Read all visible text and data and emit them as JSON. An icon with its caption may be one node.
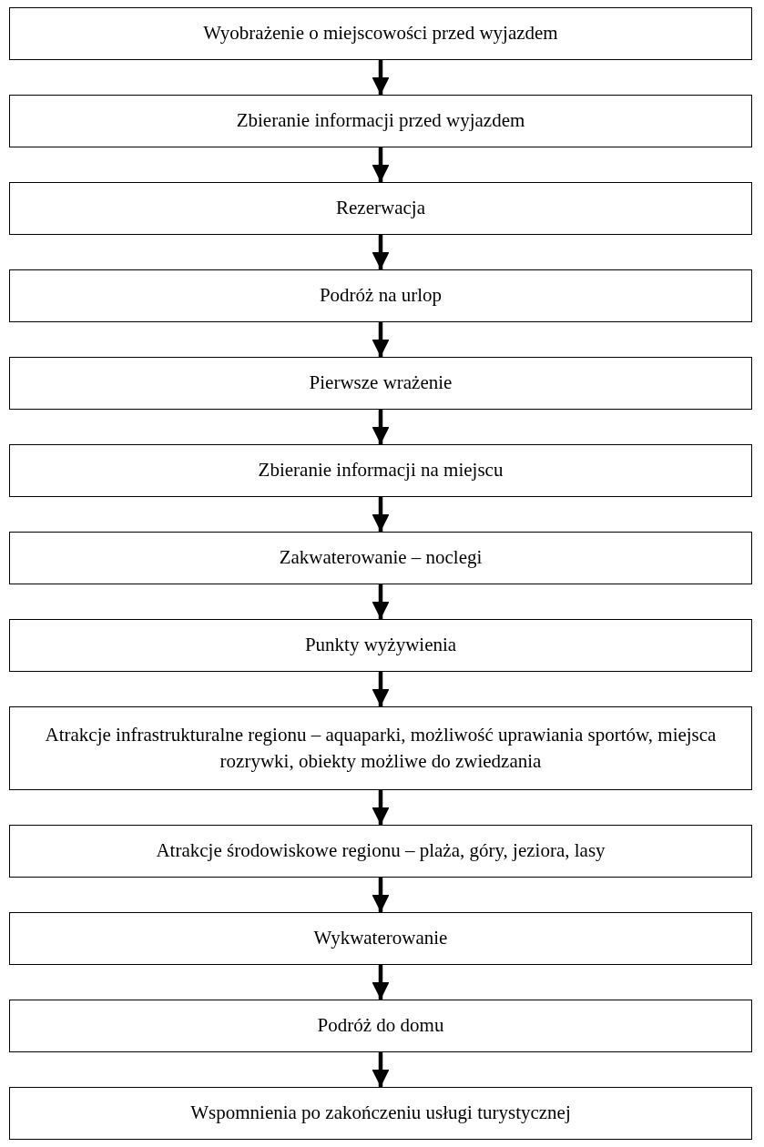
{
  "diagram": {
    "nodes": [
      {
        "text": [
          "Wyobrażenie o miejscowości przed wyjazdem"
        ]
      },
      {
        "text": [
          "Zbieranie informacji przed wyjazdem"
        ]
      },
      {
        "text": [
          "Rezerwacja"
        ]
      },
      {
        "text": [
          "Podróż na urlop"
        ]
      },
      {
        "text": [
          "Pierwsze wrażenie"
        ]
      },
      {
        "text": [
          "Zbieranie informacji na miejscu"
        ]
      },
      {
        "text": [
          "Zakwaterowanie – noclegi"
        ]
      },
      {
        "text": [
          "Punkty wyżywienia"
        ]
      },
      {
        "text": [
          "Atrakcje infrastrukturalne regionu – aquaparki, możliwość uprawiania sportów, miejsca rozrywki, obiekty możliwe do zwiedzania"
        ]
      },
      {
        "text": [
          "Atrakcje środowiskowe regionu – plaża, góry, jeziora, lasy"
        ]
      },
      {
        "text": [
          "Wykwaterowanie"
        ]
      },
      {
        "text": [
          "Podróż do domu"
        ]
      },
      {
        "text": [
          "Wspomnienia po zakończeniu usługi turystycznej"
        ]
      }
    ],
    "edges": [
      {
        "from": 0,
        "to": 1,
        "arrow": "to"
      },
      {
        "from": 1,
        "to": 2,
        "arrow": "to"
      },
      {
        "from": 2,
        "to": 3,
        "arrow": "to"
      },
      {
        "from": 3,
        "to": 4,
        "arrow": "to"
      },
      {
        "from": 4,
        "to": 5,
        "arrow": "to"
      },
      {
        "from": 5,
        "to": 6,
        "arrow": "to"
      },
      {
        "from": 6,
        "to": 7,
        "arrow": "to"
      },
      {
        "from": 7,
        "to": 8,
        "arrow": "to"
      },
      {
        "from": 8,
        "to": 9,
        "arrow": "to"
      },
      {
        "from": 9,
        "to": 10,
        "arrow": "to"
      },
      {
        "from": 10,
        "to": 11,
        "arrow": "to"
      },
      {
        "from": 11,
        "to": 12,
        "arrow": "to"
      }
    ]
  }
}
